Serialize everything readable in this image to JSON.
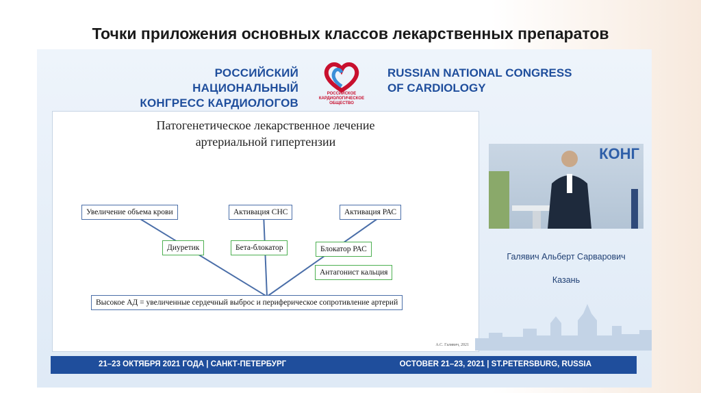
{
  "page": {
    "title": "Точки приложения основных классов лекарственных препаратов"
  },
  "slide": {
    "header_ru": [
      "РОССИЙСКИЙ НАЦИОНАЛЬНЫЙ",
      "КОНГРЕСС КАРДИОЛОГОВ"
    ],
    "header_en": [
      "RUSSIAN NATIONAL CONGRESS",
      "OF CARDIOLOGY"
    ],
    "logo_text": [
      "РОССИЙСКОЕ",
      "КАРДИОЛОГИЧЕСКОЕ",
      "ОБЩЕСТВО"
    ],
    "diagram": {
      "title_lines": [
        "Патогенетическое лекарственное лечение",
        "артериальной гипертензии"
      ],
      "causes": [
        "Увеличение объема крови",
        "Активация СНС",
        "Активация РАС"
      ],
      "drugs": [
        "Диуретик",
        "Бета-блокатор",
        "Блокатор РАС",
        "Антагонист кальция"
      ],
      "result": "Высокое АД = увеличенные сердечный выброс и периферическое сопротивление артерий",
      "author": "А.С. Галявич, 2021"
    },
    "video": {
      "backdrop_text": "КОНГ"
    },
    "speaker": {
      "name": "Галявич Альберт Сарварович",
      "city": "Казань"
    },
    "footer": {
      "left": "21–23 ОКТЯБРЯ 2021 ГОДА | САНКТ-ПЕТЕРБУРГ",
      "right": "OCTOBER 21–23, 2021 | ST.PETERSBURG, RUSSIA"
    }
  },
  "colors": {
    "brand_blue": "#1f4e9c",
    "logo_red": "#c8102e",
    "drug_box_border": "#4caf50",
    "cause_box_border": "#4a6ea8"
  }
}
